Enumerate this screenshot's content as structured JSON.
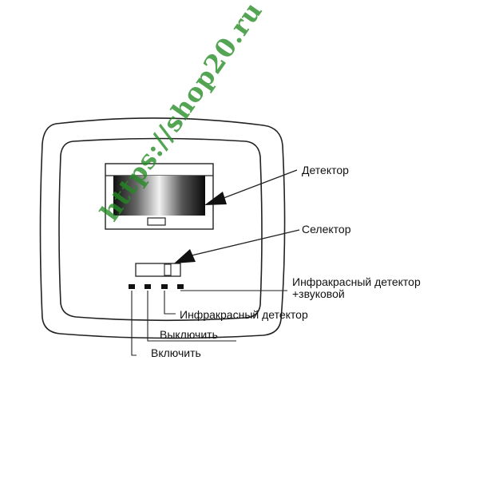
{
  "labels": {
    "detector": "Детектор",
    "selector": "Селектор",
    "ir_sound_line1": "Инфракрасный детектор",
    "ir_sound_line2": "+звуковой",
    "ir_detector": "Инфракрасный детектор",
    "off": "Выключить",
    "on": "Включить"
  },
  "watermark": "https://shop20.ru",
  "colors": {
    "stroke": "#222222",
    "watermark": "#228B22"
  }
}
